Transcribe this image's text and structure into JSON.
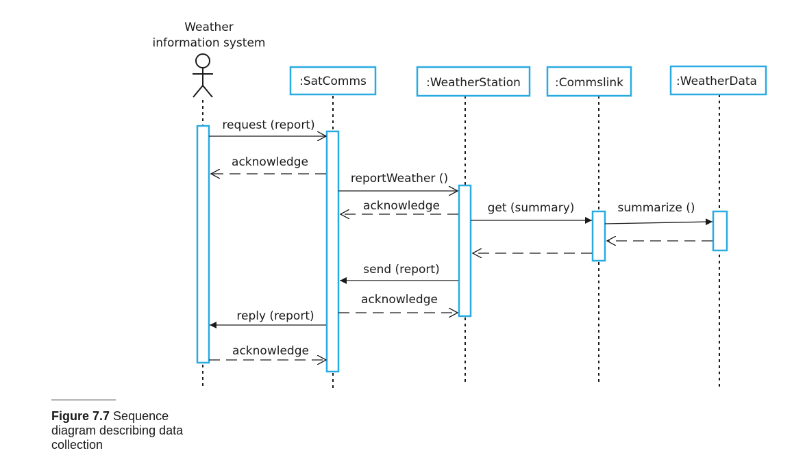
{
  "actor": {
    "label_line1": "Weather",
    "label_line2": "information system"
  },
  "objects": [
    {
      "label": ":SatComms"
    },
    {
      "label": ":WeatherStation"
    },
    {
      "label": ":Commslink"
    },
    {
      "label": ":WeatherData"
    }
  ],
  "messages": [
    {
      "label": "request (report)",
      "from": "actor",
      "to": "SatComms",
      "type": "sync"
    },
    {
      "label": "acknowledge",
      "from": "SatComms",
      "to": "actor",
      "type": "return"
    },
    {
      "label": "reportWeather ()",
      "from": "SatComms",
      "to": "WeatherStation",
      "type": "sync"
    },
    {
      "label": "acknowledge",
      "from": "WeatherStation",
      "to": "SatComms",
      "type": "return"
    },
    {
      "label": "get (summary)",
      "from": "WeatherStation",
      "to": "Commslink",
      "type": "sync"
    },
    {
      "label": "summarize ()",
      "from": "Commslink",
      "to": "WeatherData",
      "type": "sync"
    },
    {
      "label": "",
      "from": "WeatherData",
      "to": "Commslink",
      "type": "return"
    },
    {
      "label": "",
      "from": "Commslink",
      "to": "WeatherStation",
      "type": "return"
    },
    {
      "label": "send (report)",
      "from": "WeatherStation",
      "to": "SatComms",
      "type": "sync"
    },
    {
      "label": "acknowledge",
      "from": "SatComms",
      "to": "WeatherStation",
      "type": "return"
    },
    {
      "label": "reply (report)",
      "from": "SatComms",
      "to": "actor",
      "type": "sync"
    },
    {
      "label": "acknowledge",
      "from": "actor",
      "to": "SatComms",
      "type": "return"
    }
  ],
  "caption": {
    "figure_number": "Figure 7.7",
    "text": "Sequence diagram describing data collection"
  },
  "colors": {
    "box_border": "#29abe2",
    "line": "#1a1a1a"
  }
}
